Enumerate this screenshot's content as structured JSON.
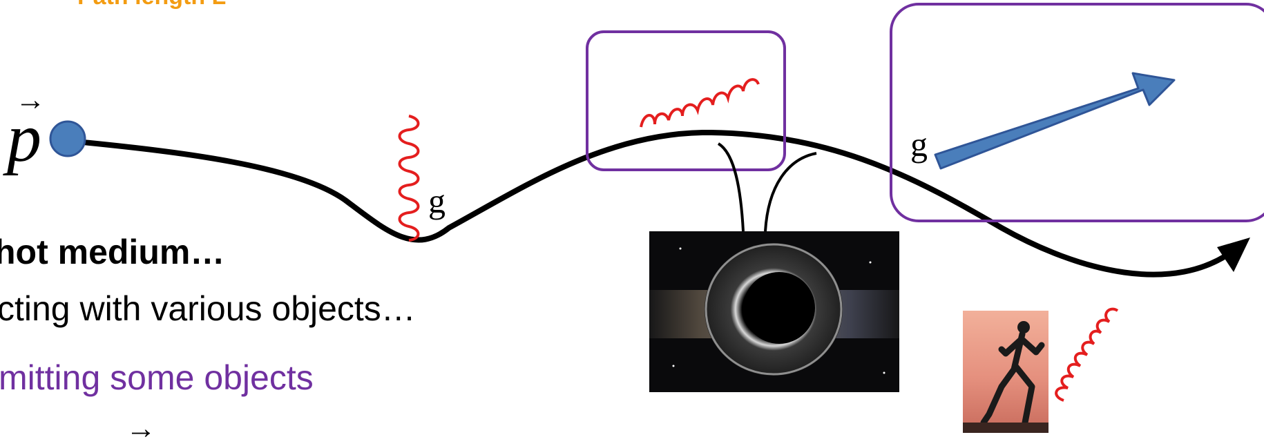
{
  "title": "Path length L",
  "particle_label": "p",
  "gluon_label_1": "g",
  "gluon_label_2": "g",
  "text_line_1": "hot medium…",
  "text_line_2": "cting with various objects…",
  "text_line_3": "mitting some objects",
  "colors": {
    "title": "#f39c12",
    "highlight_box": "#7030a0",
    "gluon": "#e41e1e",
    "particle": "#4a7ebb",
    "arrow": "#4a7ebb",
    "path": "#000000",
    "text_line_3": "#7030a0"
  }
}
